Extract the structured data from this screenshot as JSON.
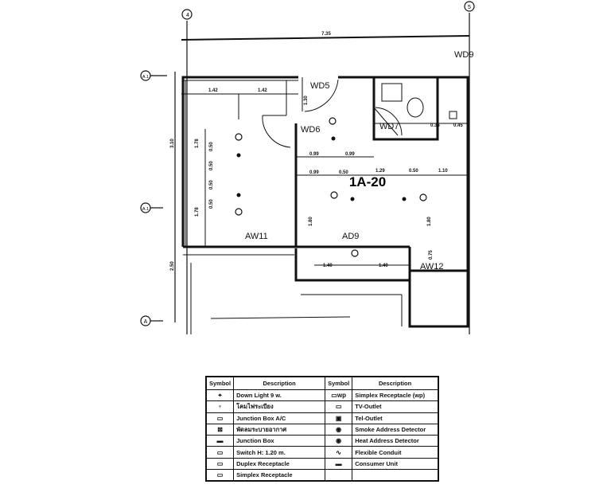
{
  "plan": {
    "room_id": "1A-20",
    "grid_labels": {
      "col_left": "4",
      "col_right": "5",
      "row_top": "A.1",
      "row_mid": "A.1",
      "row_bottom": "A"
    },
    "overall_dimension": "7.35",
    "door_labels": {
      "wd5": "WD5",
      "wd6": "WD6",
      "wd7": "WD7",
      "wd9": "WD9",
      "aw11": "AW11",
      "ad9": "AD9",
      "aw12": "AW12"
    },
    "dimensions": {
      "top_a": "1.42",
      "top_b": "1.42",
      "mid_a": "0.99",
      "mid_b": "0.99",
      "row_a": "0.99",
      "row_b": "0.50",
      "row_c": "1.29",
      "row_d": "0.50",
      "row_e": "1.10",
      "bath_a": "0.35",
      "bath_b": "0.45",
      "low_a": "1.40",
      "low_b": "1.40",
      "v_wd5": "1.30",
      "v_left1": "1.78",
      "v_left2": "1.78",
      "v_outer1": "3.10",
      "v_outer2": "2.50",
      "v_s1": "0.50",
      "v_s2": "0.50",
      "v_s3": "0.50",
      "v_s4": "0.50",
      "v_mid": "1.80",
      "v_right": "1.80",
      "v_aw12": "0.75"
    }
  },
  "legend": {
    "headers": {
      "symbol": "Symbol",
      "description": "Description",
      "symbol2": "Symbol",
      "description2": "Description"
    },
    "rows": [
      {
        "sym": "⌖",
        "desc": "Down Light 9 w.",
        "sym2": "▭wp",
        "desc2": "Simplex Receptacle (wp)"
      },
      {
        "sym": "♆",
        "desc": "โคมไฟระเบียง",
        "sym2": "▭",
        "desc2": "TV-Outlet"
      },
      {
        "sym": "▭",
        "desc": "Junction Box A/C",
        "sym2": "▣",
        "desc2": "Tel-Outlet"
      },
      {
        "sym": "⊠",
        "desc": "พัดลมระบายอากาศ",
        "sym2": "◉",
        "desc2": "Smoke Address Detector"
      },
      {
        "sym": "▬",
        "desc": "Junction Box",
        "sym2": "◉",
        "desc2": "Heat Address Detector"
      },
      {
        "sym": "▭",
        "desc": "Switch H: 1.20 m.",
        "sym2": "∿",
        "desc2": "Flexible Conduit"
      },
      {
        "sym": "▭",
        "desc": "Duplex Receptacle",
        "sym2": "▬",
        "desc2": "Consumer Unit"
      },
      {
        "sym": "▭",
        "desc": "Simplex Receptacle",
        "sym2": "",
        "desc2": ""
      }
    ]
  }
}
